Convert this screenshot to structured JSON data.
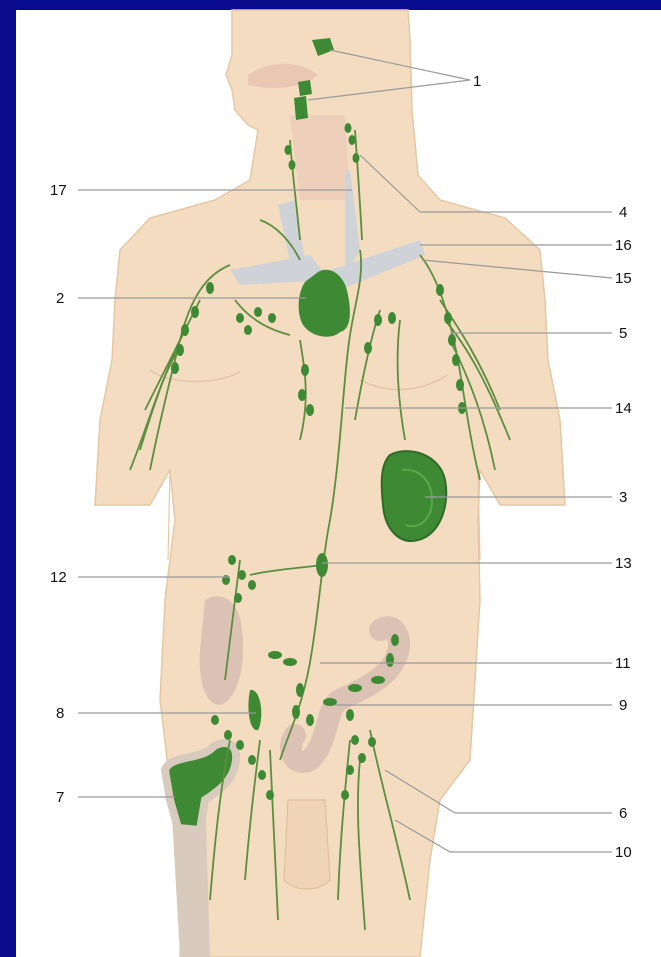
{
  "colors": {
    "frame": "#0a0a8c",
    "background": "#ffffff",
    "skin": "#f3dcc0",
    "skin_outline": "#e6c7a4",
    "lymph": "#3e8a34",
    "vessel": "#5b8e3f",
    "vein": "#cfd3d8",
    "bone": "#d8cbbd",
    "intestine": "#dcc2b4",
    "leader_line": "#9a9a9a"
  },
  "labels": [
    {
      "id": "1",
      "text": "1"
    },
    {
      "id": "2",
      "text": "2"
    },
    {
      "id": "3",
      "text": "3"
    },
    {
      "id": "4",
      "text": "4"
    },
    {
      "id": "5",
      "text": "5"
    },
    {
      "id": "6",
      "text": "6"
    },
    {
      "id": "7",
      "text": "7"
    },
    {
      "id": "8",
      "text": "8"
    },
    {
      "id": "9",
      "text": "9"
    },
    {
      "id": "10",
      "text": "10"
    },
    {
      "id": "11",
      "text": "11"
    },
    {
      "id": "12",
      "text": "12"
    },
    {
      "id": "13",
      "text": "13"
    },
    {
      "id": "14",
      "text": "14"
    },
    {
      "id": "15",
      "text": "15"
    },
    {
      "id": "16",
      "text": "16"
    },
    {
      "id": "17",
      "text": "17"
    }
  ]
}
